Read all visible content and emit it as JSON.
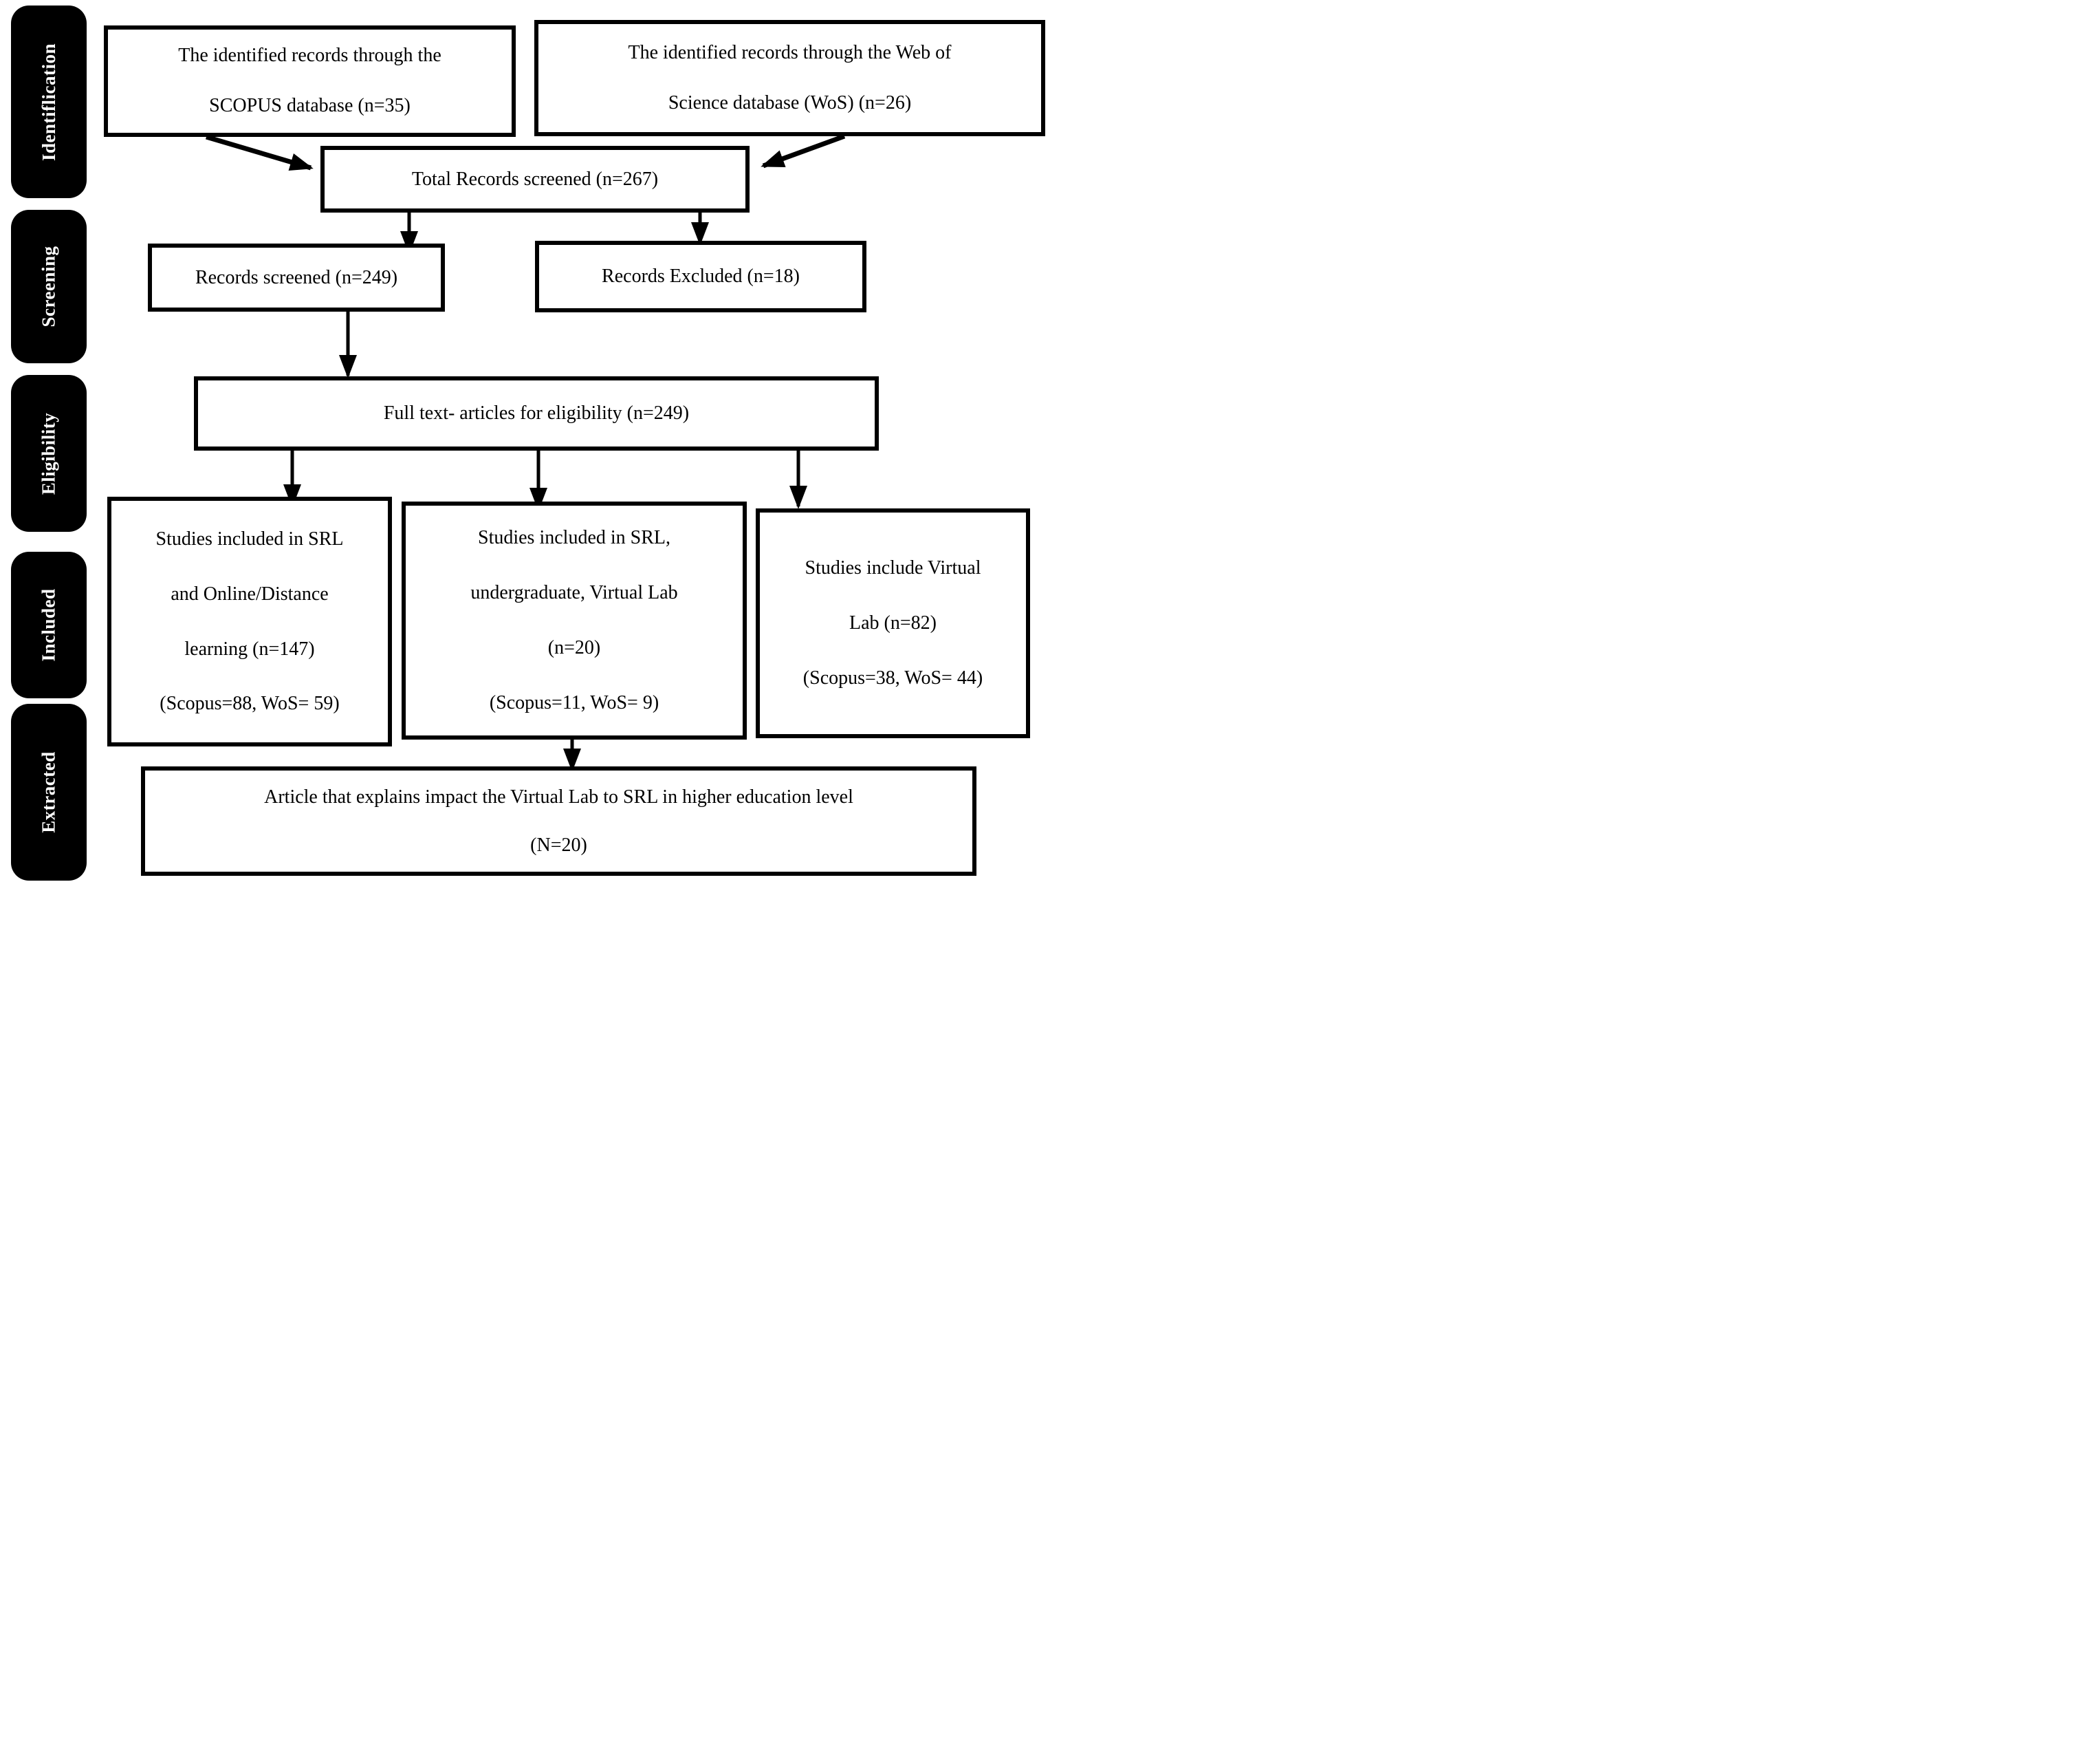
{
  "sidebar": {
    "items": [
      "Identiflication",
      "Screening",
      "Eligibility",
      "Included",
      "Extracted"
    ]
  },
  "boxes": {
    "scopus": {
      "lines": [
        "The identified records through the",
        "SCOPUS database (n=35)"
      ]
    },
    "wos": {
      "lines": [
        "The identified records through the Web of",
        "Science database (WoS) (n=26)"
      ]
    },
    "total": {
      "lines": [
        "Total Records screened (n=267)"
      ]
    },
    "screened": {
      "lines": [
        "Records screened (n=249)"
      ]
    },
    "excluded": {
      "lines": [
        "Records Excluded (n=18)"
      ]
    },
    "fulltext": {
      "lines": [
        "Full text- articles for eligibility (n=249)"
      ]
    },
    "srl_online": {
      "lines": [
        "Studies included in SRL",
        "and Online/Distance",
        "learning (n=147)",
        "(Scopus=88, WoS= 59)"
      ]
    },
    "srl_undergrad_vlab": {
      "lines": [
        "Studies included in SRL,",
        "undergraduate, Virtual Lab",
        "(n=20)",
        "(Scopus=11, WoS= 9)"
      ]
    },
    "vlab": {
      "lines": [
        "Studies include Virtual",
        "Lab (n=82)",
        "(Scopus=38, WoS= 44)"
      ]
    },
    "article": {
      "lines": [
        "Article that explains impact the Virtual Lab to SRL in higher education level",
        "(N=20)"
      ]
    }
  },
  "colors": {
    "background": "#ffffff",
    "band_bg": "#000000",
    "band_text": "#ffffff",
    "box_bg": "#ffffff",
    "box_border": "#000000",
    "text": "#000000",
    "arrow": "#000000"
  }
}
